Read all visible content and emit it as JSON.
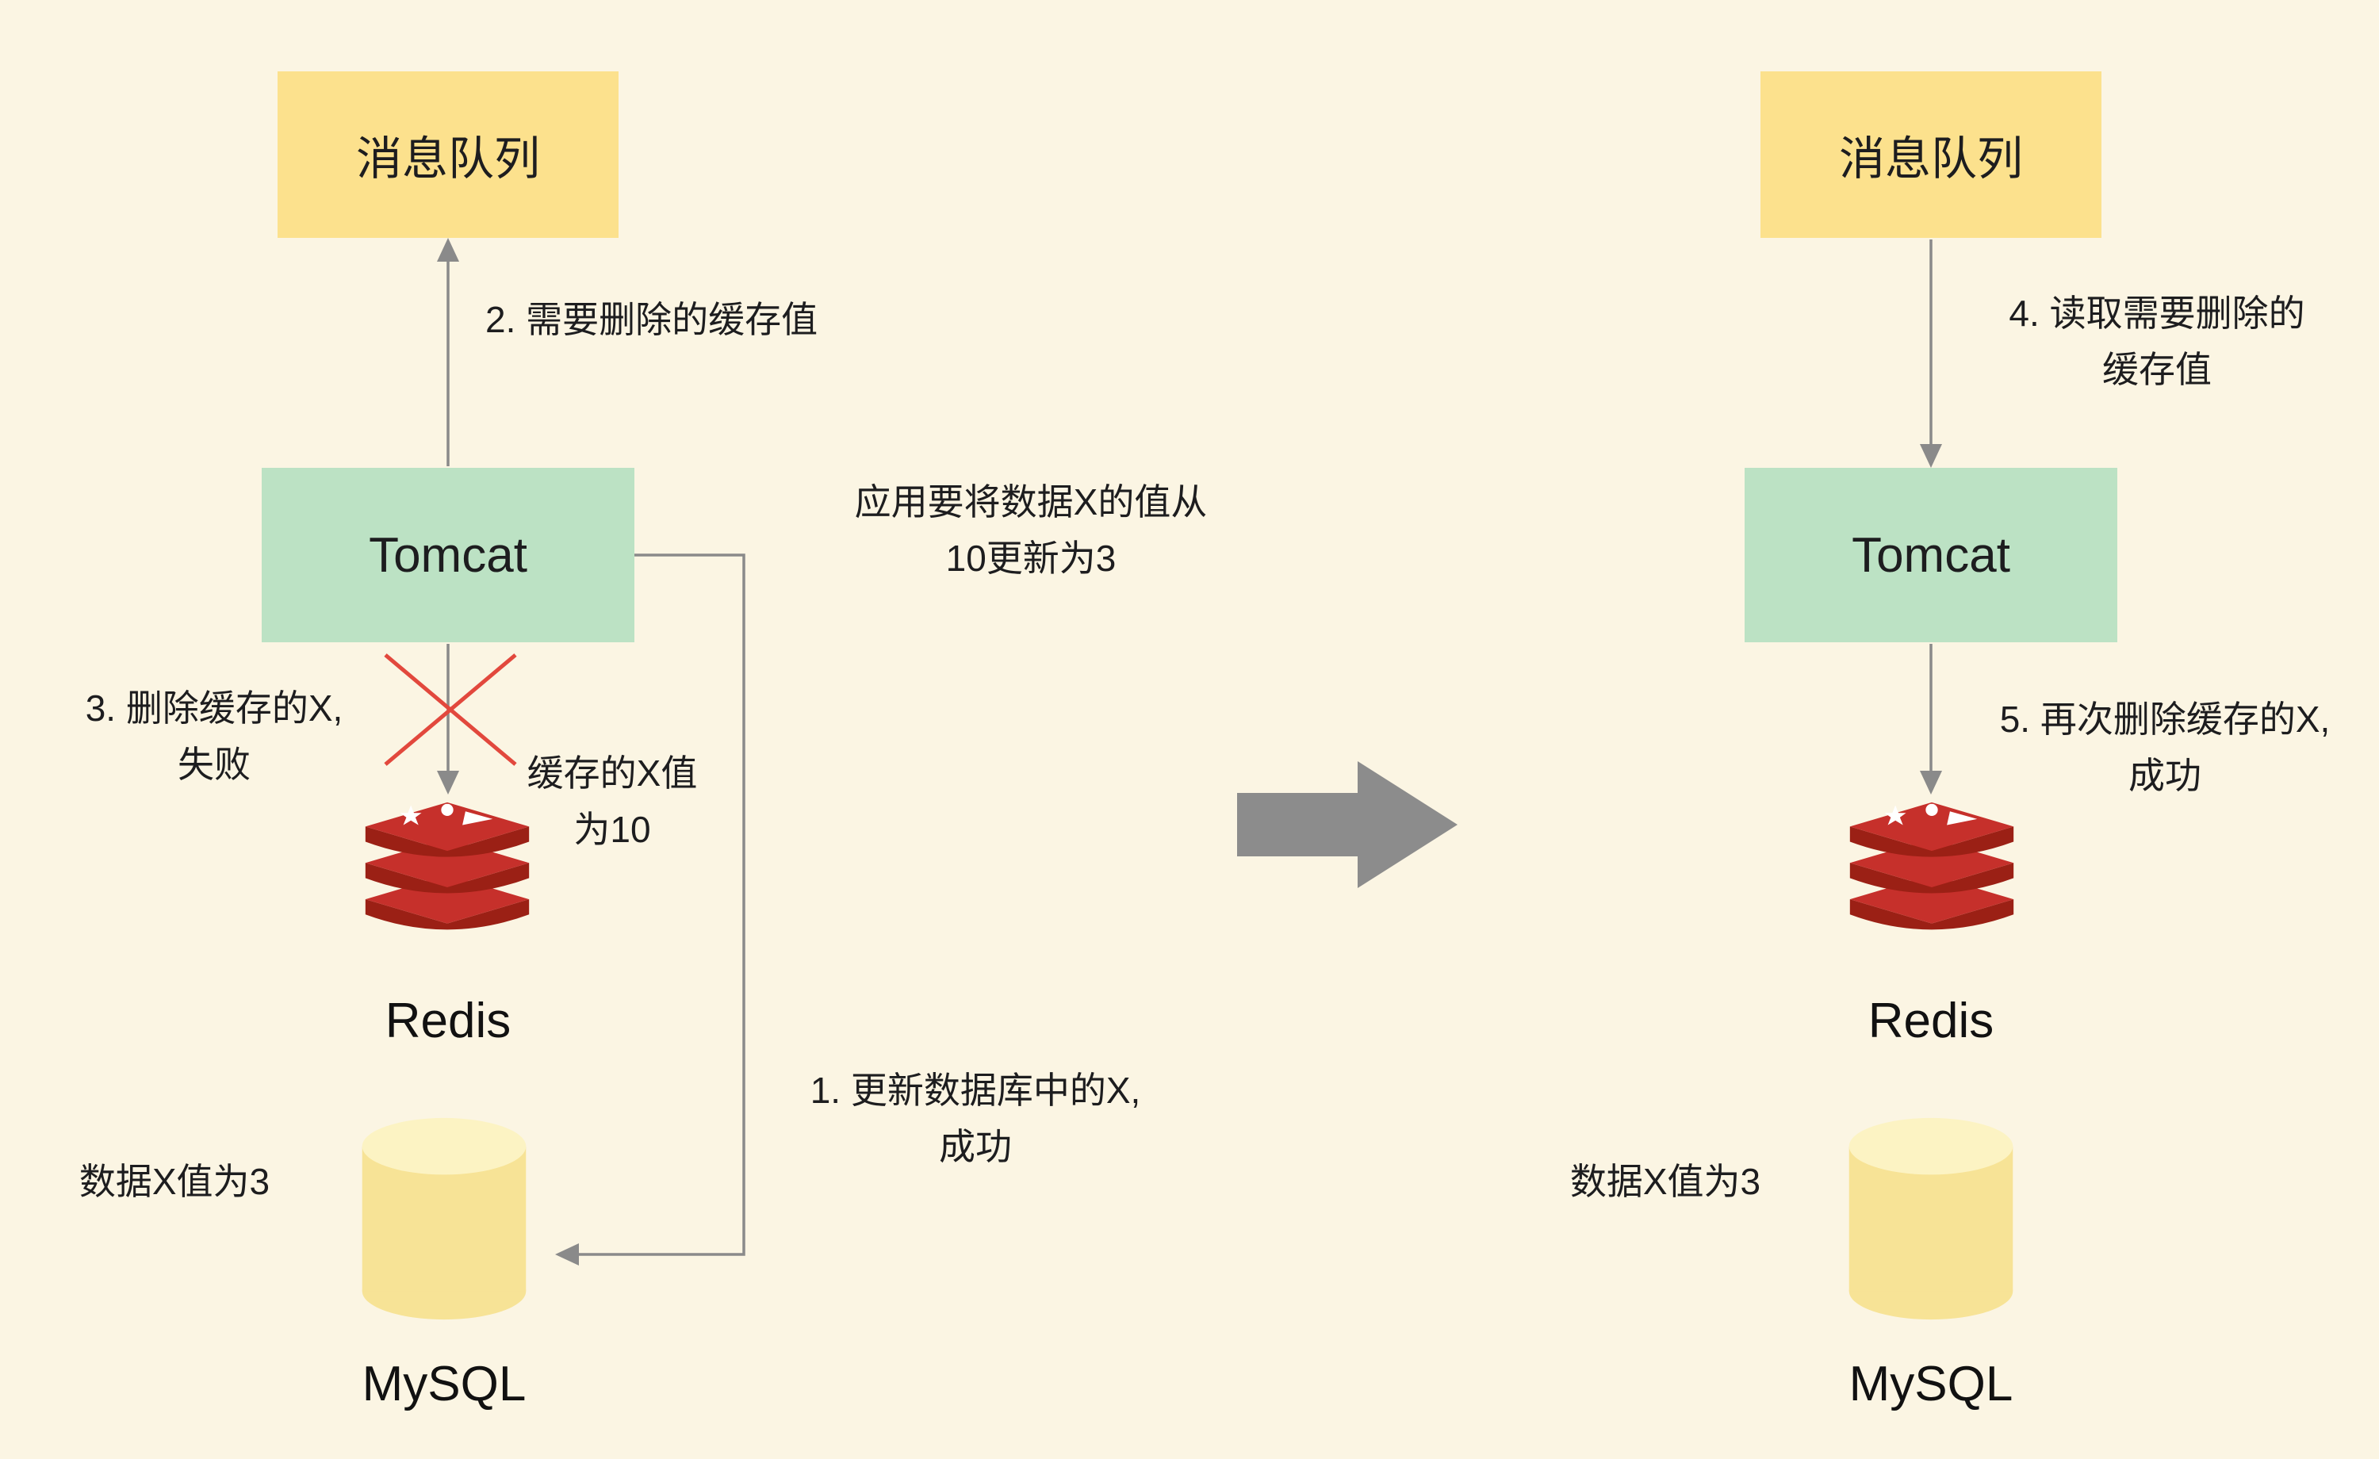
{
  "colors": {
    "background": "#FBF5E3",
    "mq_box": "#FCE18D",
    "tomcat_box": "#BCE2C4",
    "connector": "#8A8A8A",
    "flow_arrow": "#8C8C8C",
    "fail_x": "#E2483D",
    "redis_light": "#C6302B",
    "redis_dark": "#9B2015",
    "mysql_body": "#F7E396",
    "mysql_top": "#FCF3C3",
    "text": "#1D1D1F"
  },
  "left": {
    "mq_label": "消息队列",
    "tomcat_label": "Tomcat",
    "redis_label": "Redis",
    "mysql_label": "MySQL",
    "step2": "2. 需要删除的缓存值",
    "app_note_line1": "应用要将数据X的值从",
    "app_note_line2": "10更新为3",
    "step3_line1": "3. 删除缓存的X,",
    "step3_line2": "失败",
    "cache_note_line1": "缓存的X值",
    "cache_note_line2": "为10",
    "step1_line1": "1. 更新数据库中的X,",
    "step1_line2": "成功",
    "db_note": "数据X值为3"
  },
  "right": {
    "mq_label": "消息队列",
    "tomcat_label": "Tomcat",
    "redis_label": "Redis",
    "mysql_label": "MySQL",
    "step4_line1": "4. 读取需要删除的",
    "step4_line2": "缓存值",
    "step5_line1": "5. 再次删除缓存的X,",
    "step5_line2": "成功",
    "db_note": "数据X值为3"
  }
}
